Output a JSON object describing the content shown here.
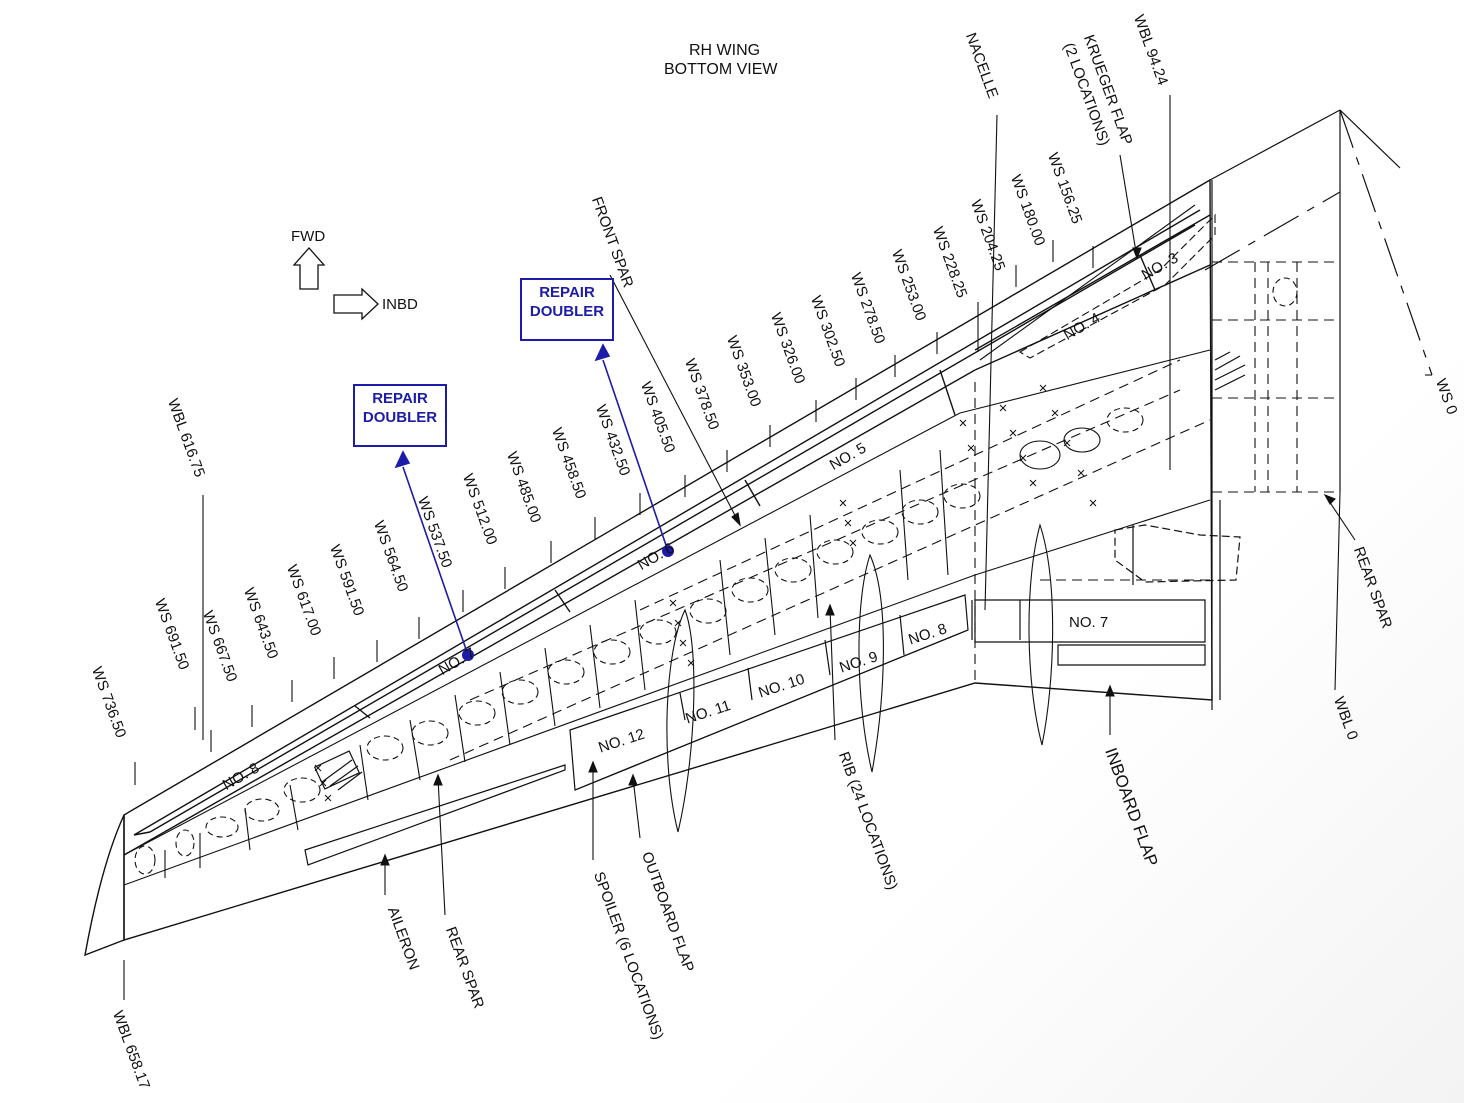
{
  "title": {
    "line1": "RH WING",
    "line2": "BOTTOM VIEW"
  },
  "orientation": {
    "fwd": "FWD",
    "inbd": "INBD"
  },
  "stations": [
    "WS 736.50",
    "WS 691.50",
    "WS 667.50",
    "WS 643.50",
    "WS 617.00",
    "WS 591.50",
    "WS 564.50",
    "WS 537.50",
    "WS 512.00",
    "WS 485.00",
    "WS 458.50",
    "WS 432.50",
    "WS 405.50",
    "WS 378.50",
    "WS 353.00",
    "WS 326.00",
    "WS 302.50",
    "WS 278.50",
    "WS 253.00",
    "WS 228.25",
    "WS 204.25",
    "WS 180.00",
    "WS 156.25"
  ],
  "wbl": {
    "wbl_616": "WBL 616.75",
    "wbl_658": "WBL 658.17",
    "wbl_94": "WBL 94.24",
    "wbl_0": "WBL 0",
    "ws_0": "WS 0"
  },
  "callouts": {
    "front_spar": "FRONT SPAR",
    "nacelle": "NACELLE",
    "krueger_1": "KRUEGER FLAP",
    "krueger_2": "(2 LOCATIONS)",
    "rear_spar_right": "REAR SPAR",
    "aileron": "AILERON",
    "rear_spar_bottom": "REAR SPAR",
    "spoiler": "SPOILER (6 LOCATIONS)",
    "outboard_flap": "OUTBOARD FLAP",
    "rib": "RIB (24 LOCATIONS)",
    "inboard_flap": "INBOARD FLAP"
  },
  "repair": {
    "box_a_line1": "REPAIR",
    "box_a_line2": "DOUBLER",
    "box_b_line1": "REPAIR",
    "box_b_line2": "DOUBLER",
    "accent_color": "#1c1ca8"
  },
  "panels": {
    "leading_edge": [
      "NO. 3",
      "NO. 4",
      "NO. 5",
      "NO. 6",
      "NO. 7",
      "NO. 8"
    ],
    "trailing_edge": [
      "NO. 7",
      "NO. 8",
      "NO. 9",
      "NO. 10",
      "NO. 11",
      "NO. 12"
    ]
  }
}
